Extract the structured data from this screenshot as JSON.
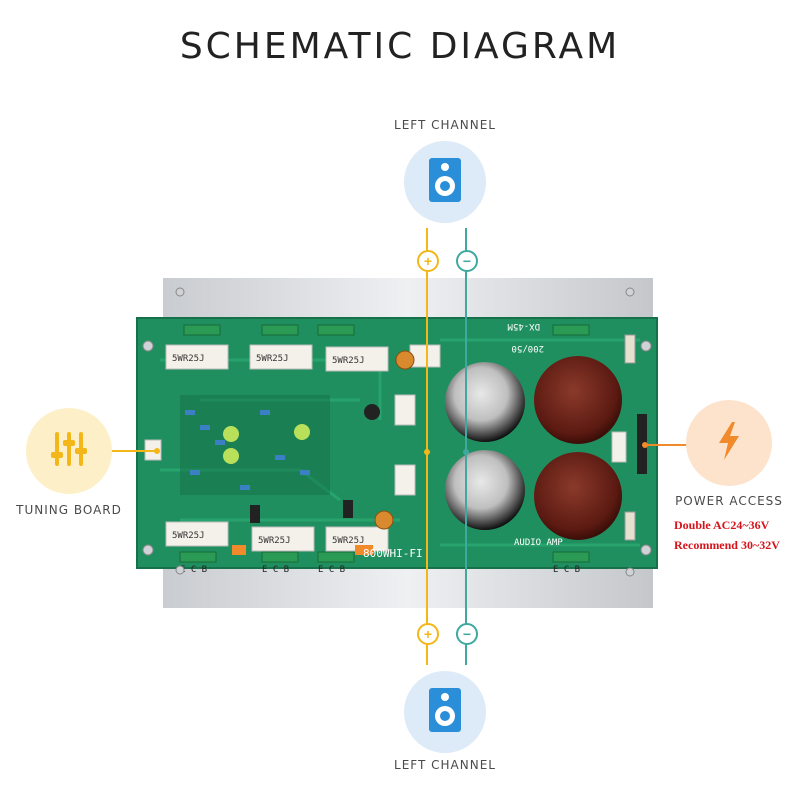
{
  "title": "SCHEMATIC DIAGRAM",
  "top_channel": {
    "label": "LEFT CHANNEL",
    "icon": "speaker-icon"
  },
  "bottom_channel": {
    "label": "LEFT CHANNEL",
    "icon": "speaker-icon"
  },
  "tuning": {
    "label": "TUNING BOARD",
    "icon": "sliders-icon"
  },
  "power": {
    "label": "POWER ACCESS",
    "icon": "lightning-icon",
    "note_line1": "Double AC24~36V",
    "note_line2": "Recommend 30~32V"
  },
  "terminals": {
    "positive": "+",
    "negative": "−"
  },
  "board": {
    "model": "DX-45M",
    "hifi": "800WHI-FI",
    "audio": "AUDIO AMP",
    "resistor_label": "5WR25J",
    "terminal_label": "E C B",
    "cap_label": "200/50"
  },
  "colors": {
    "board_green": "#1f8f5f",
    "accent_yellow": "#f3b71a",
    "accent_teal": "#3fa9a0",
    "power_orange": "#f08a2a",
    "speaker_blue": "#2a8fd8",
    "note_red": "#d6131b"
  }
}
